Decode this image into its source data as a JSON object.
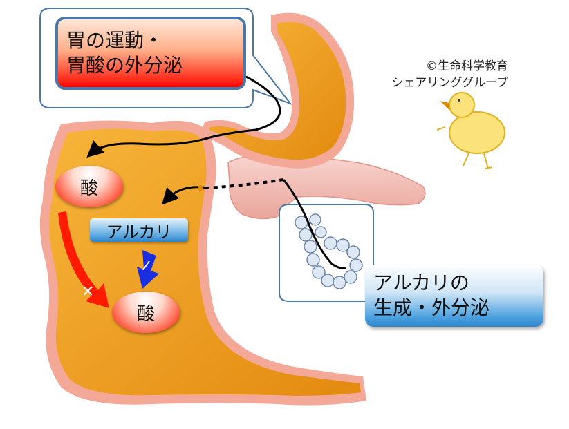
{
  "callout_top": {
    "line1": "胃の運動・",
    "line2": "胃酸の外分泌"
  },
  "callout_bottom": {
    "line1": "アルカリの",
    "line2": "生成・外分泌"
  },
  "credit": {
    "line1": "©生命科学教育",
    "line2": "シェアリンググループ"
  },
  "acid_top": "酸",
  "acid_bottom": "酸",
  "alkali": "アルカリ",
  "colors": {
    "stomach": "#f0a020",
    "wall": "#f4a898",
    "callout_border": "#4a78a8",
    "acid_arrow": "#ff1a00",
    "alkali_arrow": "#1a2ee0"
  },
  "icons": [
    "stomach-illustration",
    "duodenum-illustration",
    "pancreas-illustration",
    "pancreatic-acinus-illustration",
    "chick-drawing",
    "x-mark",
    "slash-mark"
  ]
}
